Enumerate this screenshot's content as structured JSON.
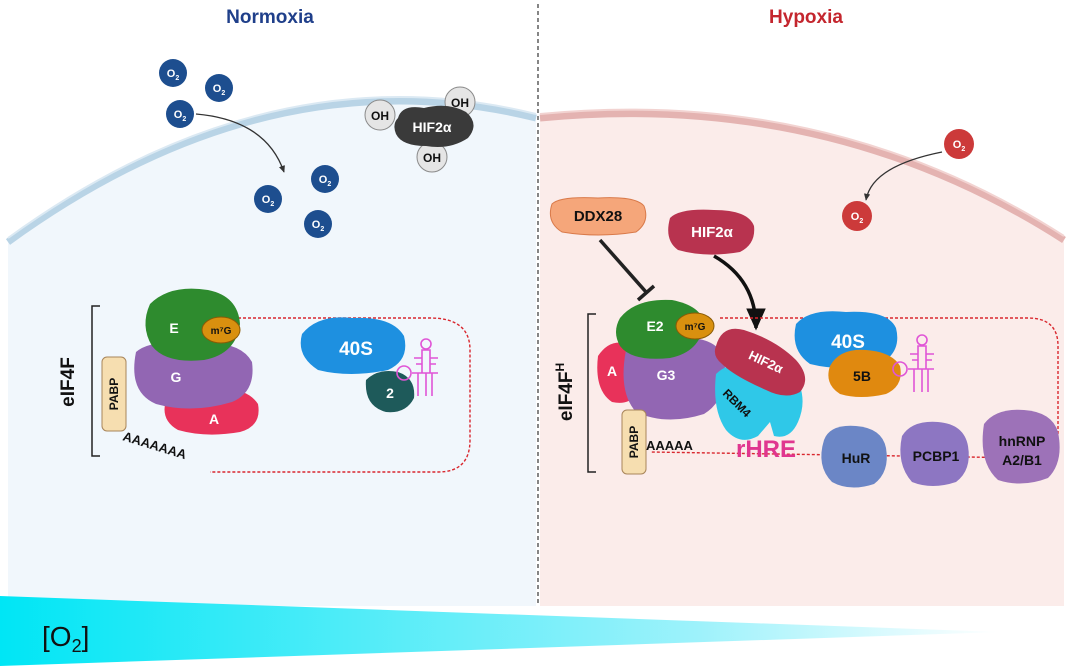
{
  "titles": {
    "left": "Normoxia",
    "right": "Hypoxia"
  },
  "oxygen": {
    "symbol": "O",
    "subscript": "2"
  },
  "normoxia": {
    "hif_label": "HIF2α",
    "hydroxyl": "OH",
    "complex_label": "eIF4F",
    "eif4e": "E",
    "cap": "m⁷G",
    "eif4g": "G",
    "eif4a": "A",
    "pabp": "PABP",
    "polya": "AAAAAAA",
    "ribosome": "40S",
    "eif2": "2"
  },
  "hypoxia": {
    "ddx28": "DDX28",
    "hif_label": "HIF2α",
    "complex_label": "eIF4F",
    "complex_superscript": "H",
    "eif4e2": "E2",
    "cap": "m⁷G",
    "eif4g3": "G3",
    "eif4a": "A",
    "pabp": "PABP",
    "polya": "AAAAA",
    "rbm4": "RBM4",
    "rhre": "rHRE",
    "ribosome": "40S",
    "eif5b": "5B",
    "hur": "HuR",
    "pcbp1": "PCBP1",
    "hnrnp_line1": "hnRNP",
    "hnrnp_line2": "A2/B1"
  },
  "gradient": {
    "label_open": "[O",
    "label_sub": "2",
    "label_close": "]"
  },
  "colors": {
    "normoxia_title": "#1f3f8a",
    "hypoxia_title": "#c4262e",
    "o2_normoxia": "#1d4e8f",
    "o2_hypoxia": "#cc3a3a",
    "eif4e": "#2e8b2e",
    "eif4g": "#9266b3",
    "eif4a": "#e8325a",
    "cap": "#d9900f",
    "ribosome": "#1e90e0",
    "eif2": "#1e5a5a",
    "eif5b": "#e0890f",
    "rbm4": "#2fc8e8",
    "rhre": "#e0368f",
    "ddx28": "#f5a67a",
    "hif_hypoxia": "#b8334f",
    "hif_normoxia": "#3a3a3a",
    "hur": "#6b86c6",
    "pcbp1": "#8d76c2",
    "hnrnp": "#9d72b8",
    "mrna": "#d9272e",
    "hairpin": "#e055d6"
  }
}
